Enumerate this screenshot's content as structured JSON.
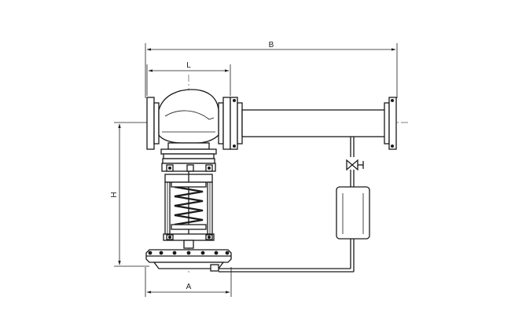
{
  "dimensions": {
    "B": "B",
    "L": "L",
    "H": "H",
    "A": "A"
  }
}
